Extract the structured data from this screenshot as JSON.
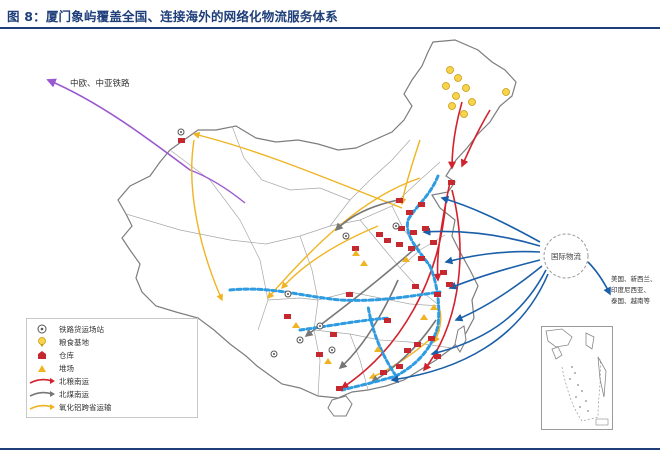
{
  "figure": {
    "title": "图 8：厦门象屿覆盖全国、连接海外的网络化物流服务体系"
  },
  "map": {
    "labels": {
      "eurasia_rail": "中欧、中亚铁路",
      "international_logistics": "国际物流",
      "overseas_line1": "美国、新西兰、",
      "overseas_line2": "印度尼西亚、",
      "overseas_line3": "泰国、越南等"
    }
  },
  "legend": {
    "items": [
      {
        "icon": "rail-station-icon",
        "label": "铁路货运场站"
      },
      {
        "icon": "grain-base-icon",
        "label": "粮食基地"
      },
      {
        "icon": "warehouse-icon",
        "label": "仓库"
      },
      {
        "icon": "storage-yard-icon",
        "label": "堆场"
      },
      {
        "icon": "red-arrow-icon",
        "label": "北粮南运"
      },
      {
        "icon": "gray-arrow-icon",
        "label": "北煤南运"
      },
      {
        "icon": "yellow-arrow-icon",
        "label": "氧化铝跨省运输"
      }
    ]
  },
  "colors": {
    "title": "#1f3f7a",
    "rail": "#9b59d0",
    "grain": "#d2222d",
    "coal": "#7a7a7a",
    "alumina": "#f0b422",
    "international": "#1a5fa8",
    "coast_route": "#2f9be0",
    "warehouse": "#c5282f",
    "border": "#7d7d7d"
  }
}
